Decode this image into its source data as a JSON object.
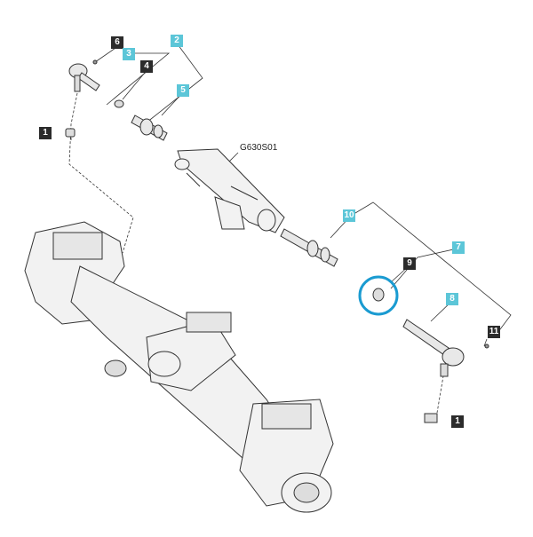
{
  "diagram": {
    "reference_code": "G630S01",
    "callouts": [
      {
        "id": "c6",
        "label": "6",
        "style": "dark"
      },
      {
        "id": "c3",
        "label": "3",
        "style": "cyan"
      },
      {
        "id": "c2",
        "label": "2",
        "style": "cyan"
      },
      {
        "id": "c4",
        "label": "4",
        "style": "dark"
      },
      {
        "id": "c5",
        "label": "5",
        "style": "cyan"
      },
      {
        "id": "c1a",
        "label": "1",
        "style": "dark"
      },
      {
        "id": "c10",
        "label": "10",
        "style": "cyan"
      },
      {
        "id": "c7",
        "label": "7",
        "style": "cyan"
      },
      {
        "id": "c9",
        "label": "9",
        "style": "dark"
      },
      {
        "id": "c8",
        "label": "8",
        "style": "cyan"
      },
      {
        "id": "c11",
        "label": "11",
        "style": "dark"
      },
      {
        "id": "c1b",
        "label": "1",
        "style": "dark"
      }
    ],
    "highlight_color": "#1a9bd1",
    "line_color": "#333333"
  }
}
